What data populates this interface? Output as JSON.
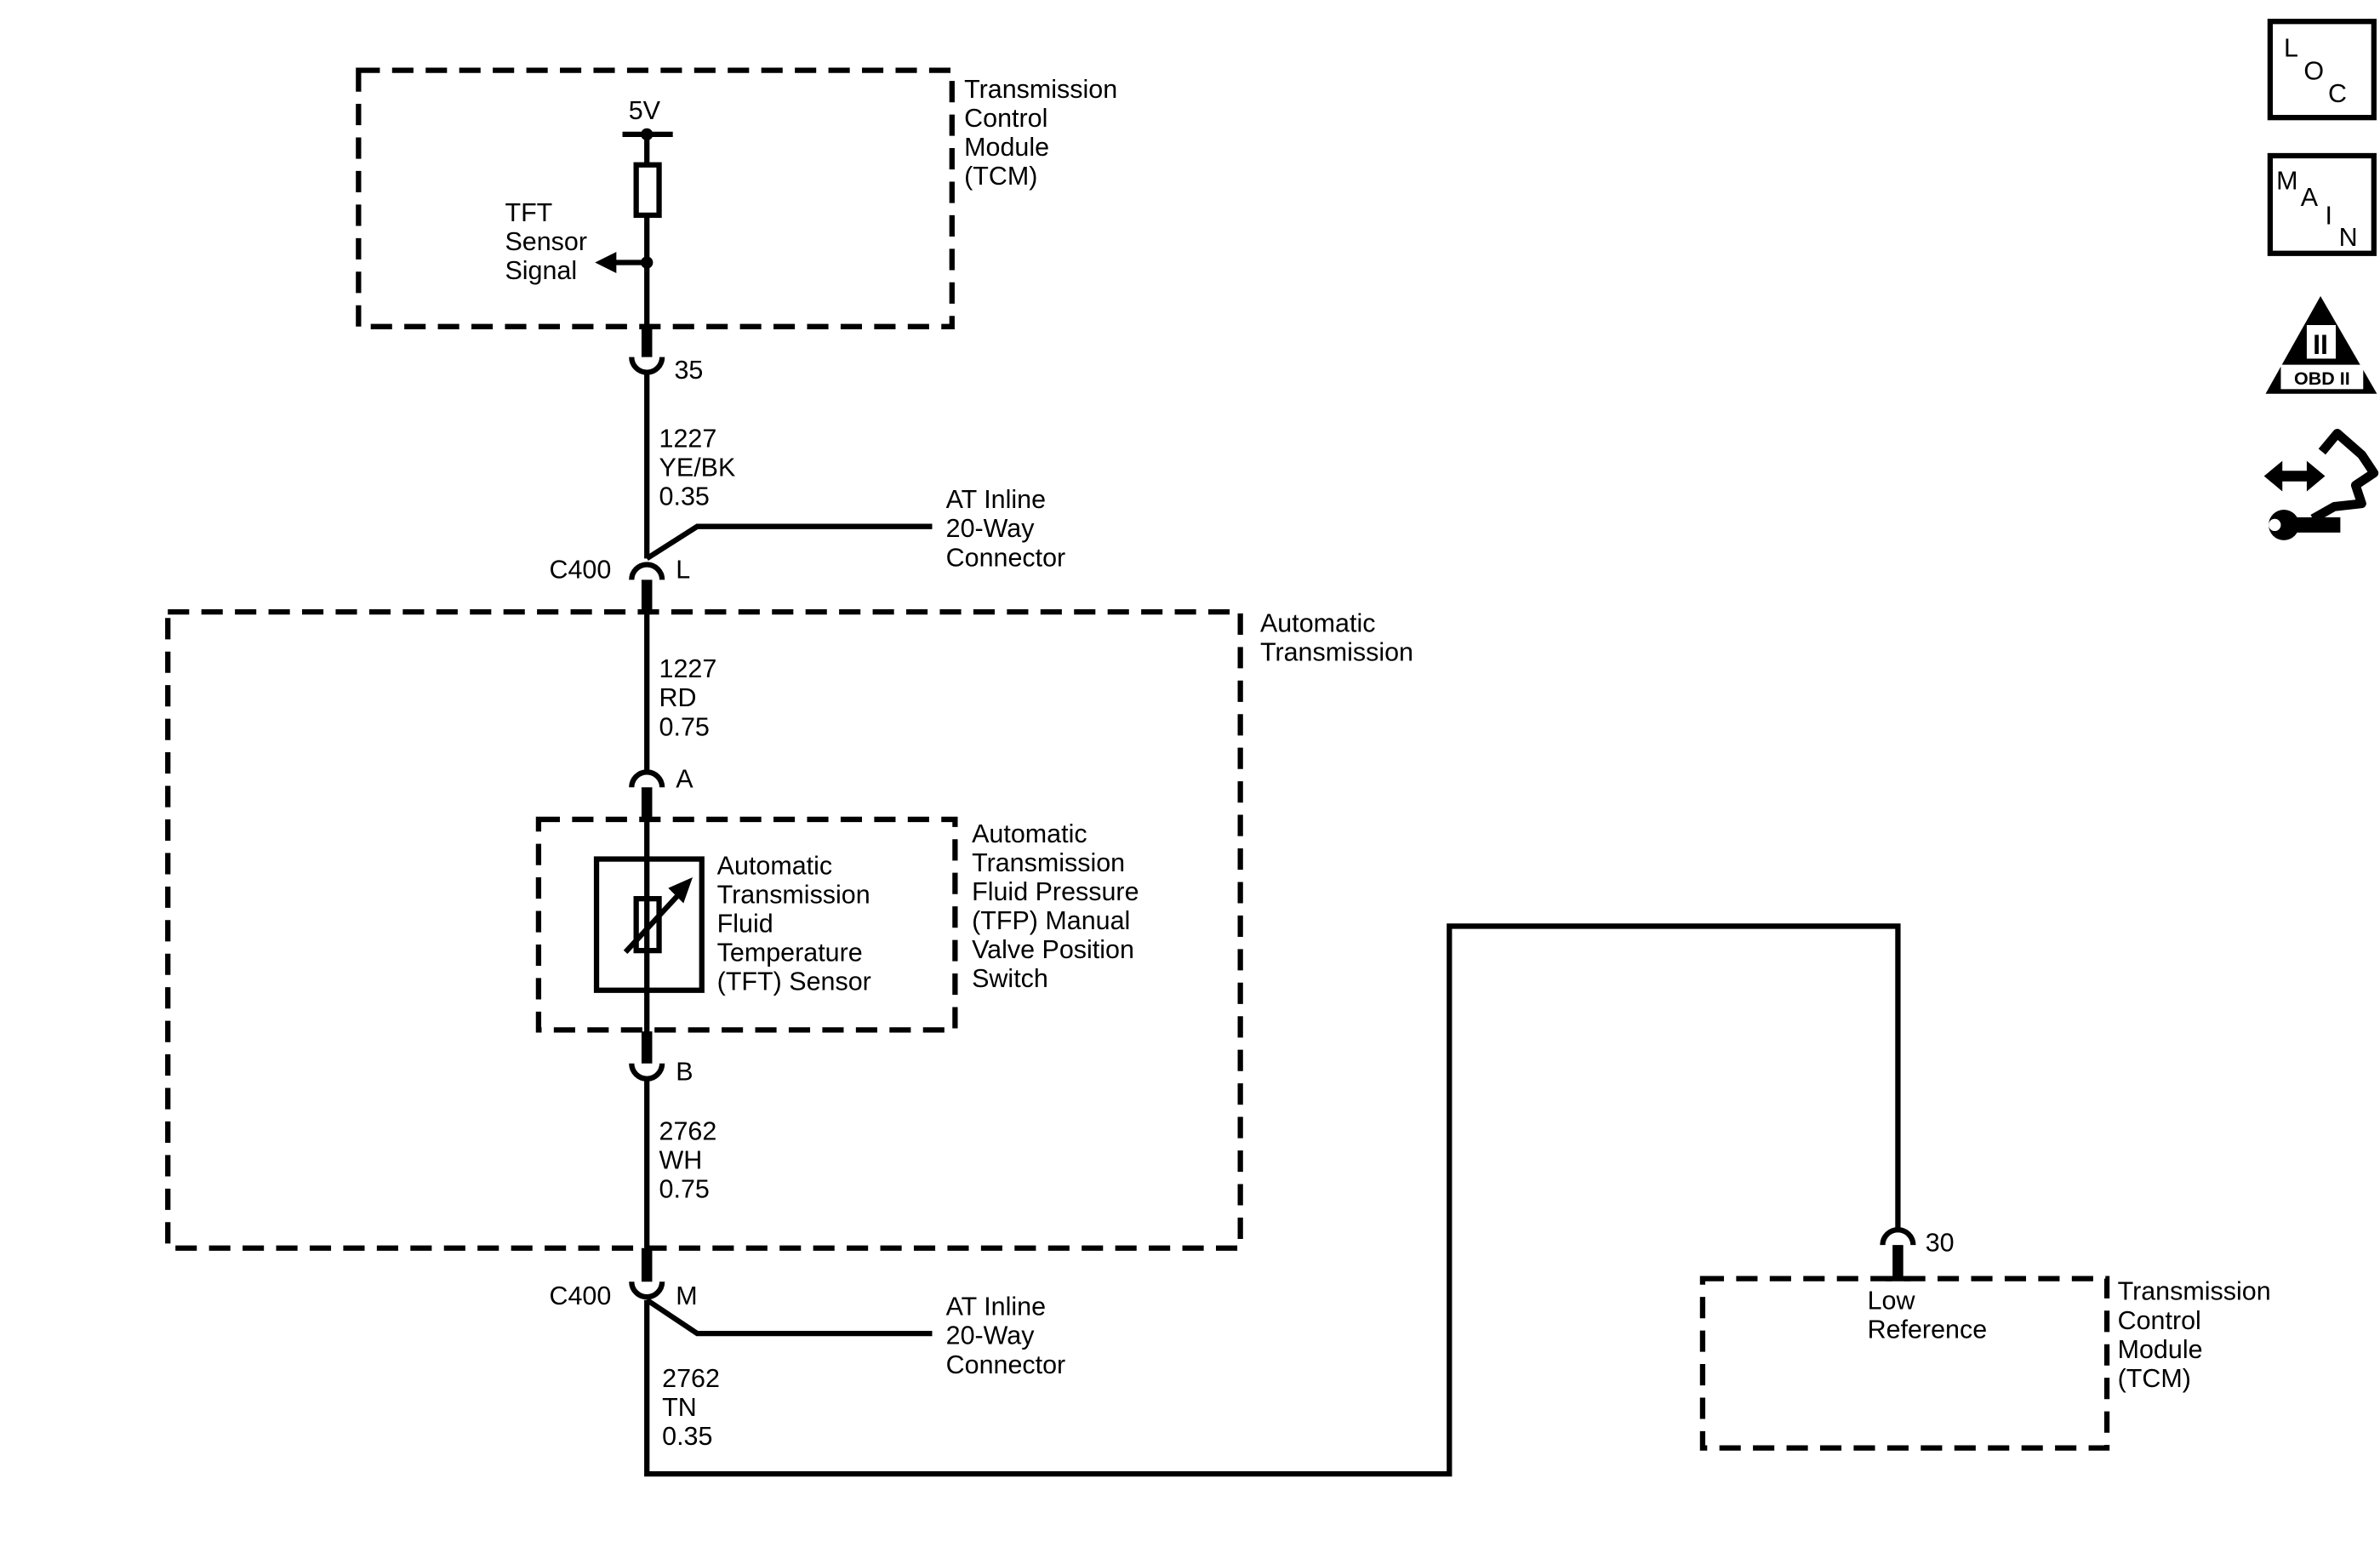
{
  "modules": {
    "tcm_top": {
      "name_lines": [
        "Transmission",
        "Control",
        "Module",
        "(TCM)"
      ],
      "voltage": "5V",
      "signal_lines": [
        "TFT",
        "Sensor",
        "Signal"
      ]
    },
    "automatic_transmission": {
      "name_lines": [
        "Automatic",
        "Transmission"
      ]
    },
    "tfp_switch": {
      "name_lines": [
        "Automatic",
        "Transmission",
        "Fluid Pressure",
        "(TFP) Manual",
        "Valve Position",
        "Switch"
      ]
    },
    "tft_sensor": {
      "name_lines": [
        "Automatic",
        "Transmission",
        "Fluid",
        "Temperature",
        "(TFT) Sensor"
      ]
    },
    "tcm_bottom": {
      "name_lines": [
        "Transmission",
        "Control",
        "Module",
        "(TCM)"
      ],
      "signal_lines": [
        "Low",
        "Reference"
      ]
    }
  },
  "connectors": {
    "tcm_pin_35": "35",
    "tcm_pin_30": "30",
    "c400_top": {
      "id": "C400",
      "pin": "L",
      "desc_lines": [
        "AT Inline",
        "20-Way",
        "Connector"
      ]
    },
    "c400_bottom": {
      "id": "C400",
      "pin": "M",
      "desc_lines": [
        "AT Inline",
        "20-Way",
        "Connector"
      ]
    },
    "sensor_pin_a": "A",
    "sensor_pin_b": "B"
  },
  "wires": {
    "w1": {
      "circuit": "1227",
      "color": "YE/BK",
      "gauge": "0.35"
    },
    "w2": {
      "circuit": "1227",
      "color": "RD",
      "gauge": "0.75"
    },
    "w3": {
      "circuit": "2762",
      "color": "WH",
      "gauge": "0.75"
    },
    "w4": {
      "circuit": "2762",
      "color": "TN",
      "gauge": "0.35"
    }
  },
  "side_icons": {
    "loc": {
      "letters": [
        "L",
        "O",
        "C"
      ],
      "icon": "loc-icon"
    },
    "main": {
      "letters": [
        "M",
        "A",
        "I",
        "N"
      ],
      "icon": "main-icon"
    },
    "obd": {
      "numeral": "II",
      "label": "OBD II",
      "icon": "obd-ii-icon"
    },
    "service": {
      "icon": "service-wrench-icon"
    }
  }
}
